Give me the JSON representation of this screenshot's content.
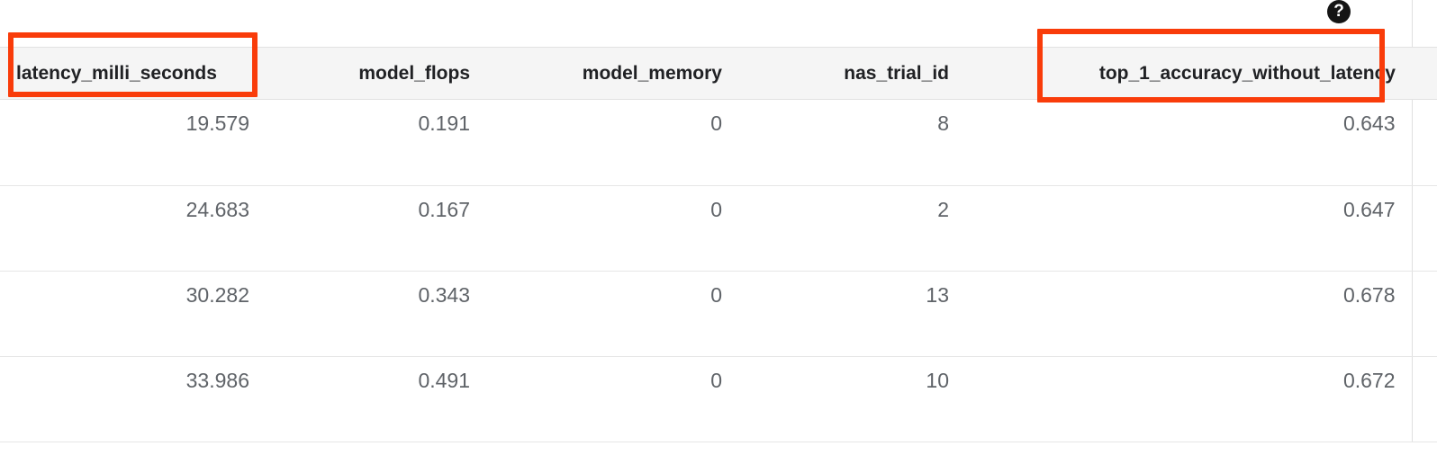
{
  "help": {
    "icon": "help-circle-icon",
    "glyph": "?"
  },
  "table": {
    "columns": [
      {
        "key": "latency_milli_seconds",
        "label": "latency_milli_seconds",
        "align": "left",
        "highlighted": true
      },
      {
        "key": "model_flops",
        "label": "model_flops",
        "align": "right",
        "highlighted": false
      },
      {
        "key": "model_memory",
        "label": "model_memory",
        "align": "right",
        "highlighted": false
      },
      {
        "key": "nas_trial_id",
        "label": "nas_trial_id",
        "align": "right",
        "highlighted": false
      },
      {
        "key": "top_1_accuracy_without_latency",
        "label": "top_1_accuracy_without_latency",
        "align": "right",
        "highlighted": true
      },
      {
        "key": "next_partial_column",
        "label": "",
        "align": "right",
        "highlighted": false
      }
    ],
    "rows": [
      {
        "latency_milli_seconds": "19.579",
        "model_flops": "0.191",
        "model_memory": "0",
        "nas_trial_id": "8",
        "top_1_accuracy_without_latency": "0.643",
        "next_partial_column": ""
      },
      {
        "latency_milli_seconds": "24.683",
        "model_flops": "0.167",
        "model_memory": "0",
        "nas_trial_id": "2",
        "top_1_accuracy_without_latency": "0.647",
        "next_partial_column": ""
      },
      {
        "latency_milli_seconds": "30.282",
        "model_flops": "0.343",
        "model_memory": "0",
        "nas_trial_id": "13",
        "top_1_accuracy_without_latency": "0.678",
        "next_partial_column": ""
      },
      {
        "latency_milli_seconds": "33.986",
        "model_flops": "0.491",
        "model_memory": "0",
        "nas_trial_id": "10",
        "top_1_accuracy_without_latency": "0.672",
        "next_partial_column": ""
      }
    ]
  },
  "annotations": [
    {
      "target": "latency_milli_seconds",
      "color": "#f93c0a",
      "shape": "rectangle"
    },
    {
      "target": "top_1_accuracy_without_latency",
      "color": "#f93c0a",
      "shape": "rectangle"
    }
  ],
  "colors": {
    "header_background": "#f5f5f5",
    "header_text": "#202124",
    "cell_text": "#5f6368",
    "row_divider": "#e6e6e6",
    "annotation": "#f93c0a",
    "help_icon_background": "#151515"
  }
}
